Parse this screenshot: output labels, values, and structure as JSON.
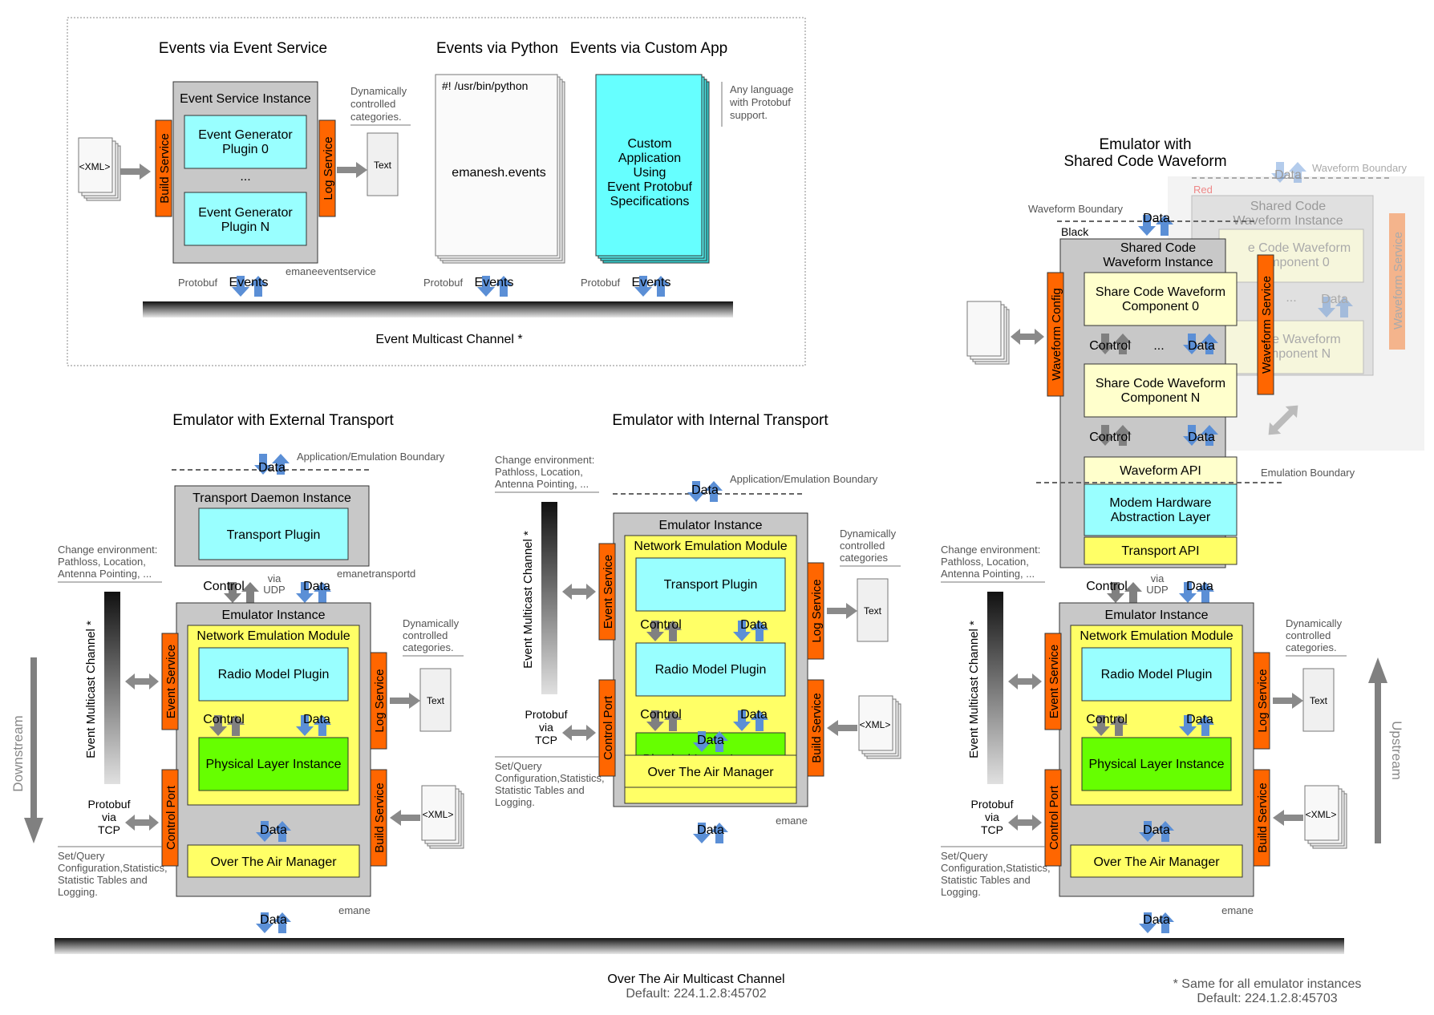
{
  "event_panel": {
    "title_event_service": "Events via Event Service",
    "title_python": "Events via Python",
    "title_custom_app": "Events via Custom App",
    "event_service_instance": "Event Service Instance",
    "generator_plugin_0": "Event Generator Plugin 0",
    "generator_plugin_0_l1": "Event Generator",
    "generator_plugin_0_l2": "Plugin 0",
    "generator_dots": "...",
    "generator_plugin_n_l1": "Event Generator",
    "generator_plugin_n_l2": "Plugin N",
    "build_service": "Build Service",
    "log_service": "Log Service",
    "xml": "<XML>",
    "text": "Text",
    "dyn_l1": "Dynamically",
    "dyn_l2": "controlled",
    "dyn_l3": "categories.",
    "python_shebang": "#! /usr/bin/python",
    "python_module": "emanesh.events",
    "custom_l1": "Custom",
    "custom_l2": "Application",
    "custom_l3": "Using",
    "custom_l4": "Event Protobuf",
    "custom_l5": "Specifications",
    "any_l1": "Any language",
    "any_l2": "with Protobuf",
    "any_l3": "support.",
    "protobuf": "Protobuf",
    "events": "Events",
    "emaneeventservice": "emaneeventservice",
    "channel": "Event Multicast Channel *"
  },
  "external": {
    "title": "Emulator with External Transport",
    "boundary": "Application/Emulation Boundary",
    "data": "Data",
    "transport_daemon": "Transport Daemon Instance",
    "transport_plugin": "Transport Plugin",
    "control": "Control",
    "via": "via",
    "udp": "UDP",
    "emanetransportd": "emanetransportd",
    "emulator_instance": "Emulator Instance",
    "nem": "Network Emulation Module",
    "radio_model": "Radio Model Plugin",
    "phy": "Physical Layer Instance",
    "ota_manager": "Over The Air Manager",
    "event_service": "Event Service",
    "control_port": "Control Port",
    "log_service": "Log Service",
    "build_service": "Build Service",
    "emane": "emane"
  },
  "internal": {
    "title": "Emulator with Internal Transport",
    "boundary": "Application/Emulation Boundary",
    "emulator_instance": "Emulator Instance",
    "nem": "Network Emulation Module",
    "transport_plugin": "Transport Plugin",
    "radio_model": "Radio Model Plugin",
    "phy": "Physical Layer Instance",
    "ota_manager": "Over The Air Manager",
    "emane": "emane"
  },
  "shared": {
    "title_l1": "Emulator with",
    "title_l2": "Shared Code Waveform",
    "waveform_boundary": "Waveform Boundary",
    "black": "Black",
    "red": "Red",
    "sc_instance_l1": "Shared Code",
    "sc_instance_l2": "Waveform Instance",
    "comp0_l1": "Share Code Waveform",
    "comp0_l2": "Component 0",
    "compn_l1": "Share Code Waveform",
    "compn_l2": "Component N",
    "ghost_comp0_l1": "e Code Waveform",
    "ghost_comp0_l2": "mponent 0",
    "ghost_compn_l1": "ode Waveform",
    "ghost_compn_l2": "mponent N",
    "waveform_config": "Waveform Config",
    "waveform_service": "Waveform Service",
    "waveform_api": "Waveform API",
    "mhal_l1": "Modem Hardware",
    "mhal_l2": "Abstraction Layer",
    "transport_api": "Transport API",
    "emulation_boundary": "Emulation Boundary",
    "dots": "...",
    "emulator_instance": "Emulator Instance",
    "nem": "Network Emulation Module",
    "radio_model": "Radio Model Plugin",
    "phy": "Physical Layer Instance",
    "ota_manager": "Over The Air Manager",
    "emane": "emane"
  },
  "side_notes": {
    "change_env_l1": "Change environment:",
    "change_env_l2": "Pathloss, Location,",
    "change_env_l3": "Antenna Pointing, ...",
    "event_mc_channel": "Event  Multicast Channel *",
    "protobuf": "Protobuf",
    "via": "via",
    "tcp": "TCP",
    "setq_l1": "Set/Query",
    "setq_l2": "Configuration,Statistics,",
    "setq_l3": "Statistic Tables and",
    "setq_l4": "Logging.",
    "dyn_l1": "Dynamically",
    "dyn_l2": "controlled",
    "dyn_l3": "categories.",
    "dyn_l3_nodot": "categories",
    "text": "Text",
    "xml": "<XML>"
  },
  "flow": {
    "downstream": "Downstream",
    "upstream": "Upstream"
  },
  "ota_channel": {
    "label": "Over The Air Multicast Channel",
    "default": "Default: 224.1.2.8:45702"
  },
  "footnote": {
    "l1": "* Same for all emulator instances",
    "l2": "Default: 224.1.2.8:45703"
  },
  "colors": {
    "cyan": "#99ffff",
    "yellow": "#ffff66",
    "green": "#66ff00",
    "orange": "#ff6600",
    "gray": "#c8c8c8",
    "arrow_blue": "#5b8fd6",
    "arrow_gray": "#808080",
    "light_yellow": "#ffffcc"
  }
}
